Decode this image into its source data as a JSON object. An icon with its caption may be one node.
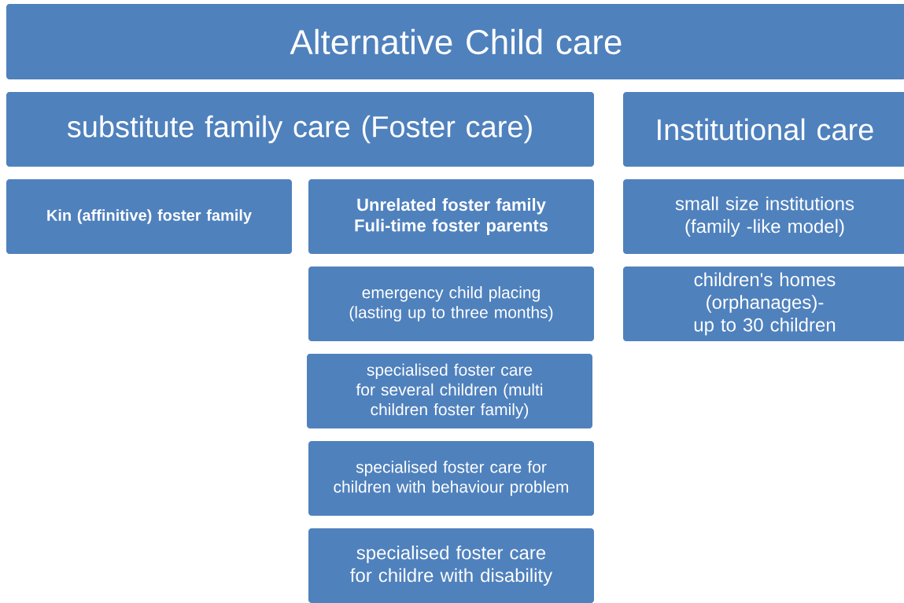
{
  "diagram": {
    "nodes": [
      {
        "text": [
          "Alternative Child care"
        ]
      },
      {
        "text": [
          "substitute family care (Foster care)"
        ]
      },
      {
        "text": [
          "Institutional care"
        ]
      },
      {
        "text": [
          "Kin (affinitive) foster family"
        ]
      },
      {
        "text": [
          "Unrelated foster family Fuli-time foster parents"
        ]
      },
      {
        "text": [
          "small size institutions (family -like model)"
        ]
      },
      {
        "text": [
          "emergency child placing (lasting up to three months)"
        ]
      },
      {
        "text": [
          "children's homes (orphanages)- up to 30 children"
        ]
      },
      {
        "text": [
          "specialised foster care for several children (multi children foster family)"
        ]
      },
      {
        "text": [
          "specialised foster care for children with behaviour problem"
        ]
      },
      {
        "text": [
          "specialised foster care for childre with disability"
        ]
      }
    ]
  }
}
